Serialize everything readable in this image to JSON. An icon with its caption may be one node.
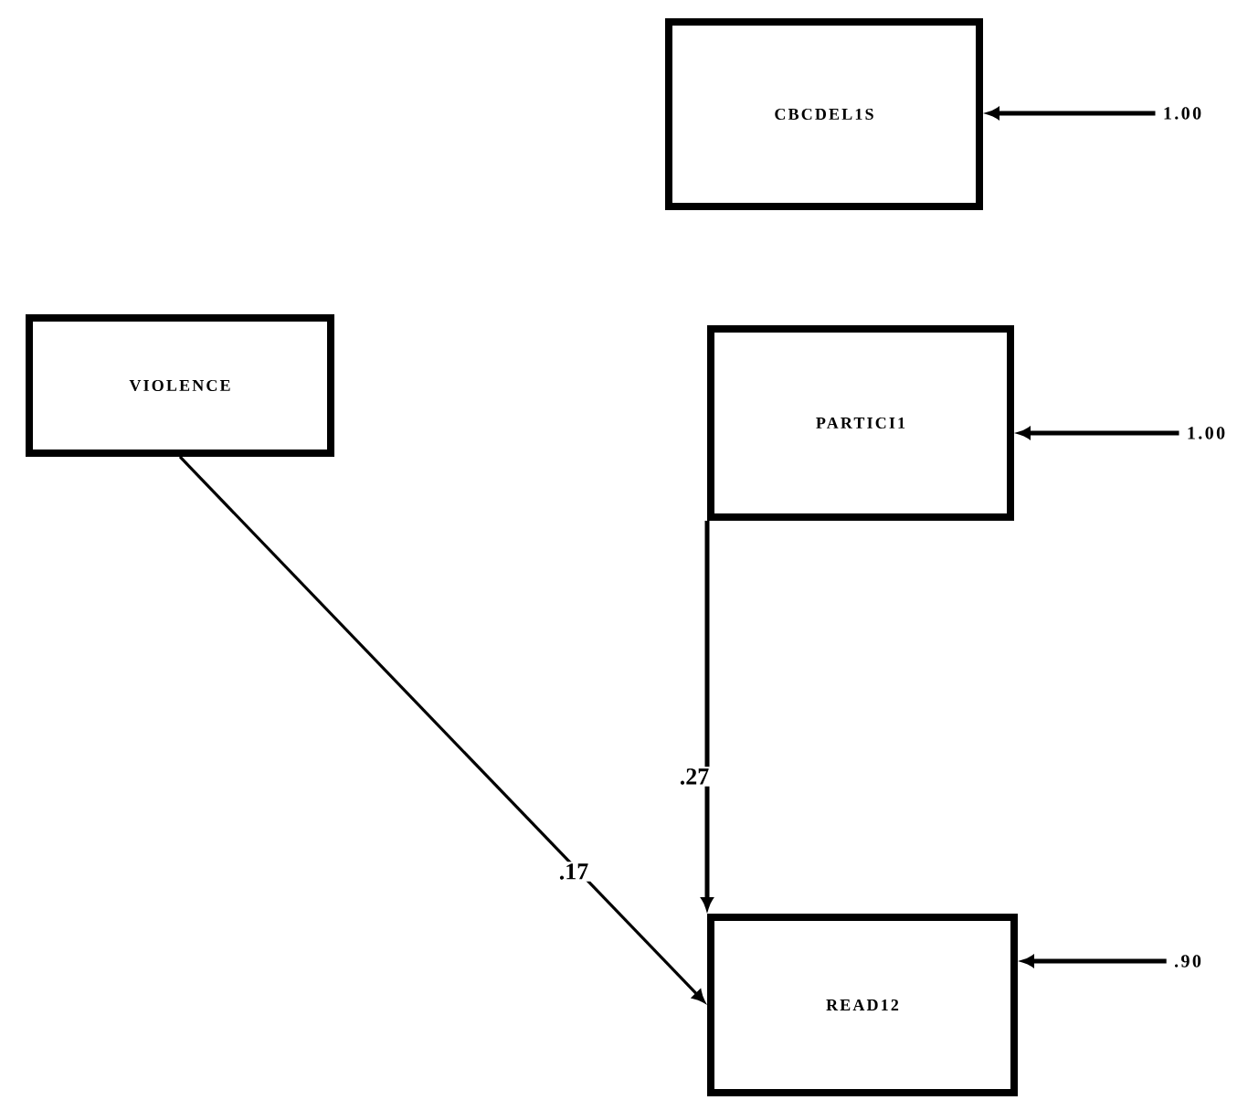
{
  "diagram": {
    "nodes": [
      {
        "text": [
          "CBCDEL1S"
        ]
      },
      {
        "text": [
          "1.00"
        ]
      },
      {
        "text": [
          "VIOLENCE"
        ]
      },
      {
        "text": [
          "PARTICI1"
        ]
      },
      {
        "text": [
          "1.00"
        ]
      },
      {
        "text": [
          "READ12"
        ]
      },
      {
        "text": [
          ".90"
        ]
      }
    ],
    "edges": [
      {
        "from": 1,
        "to": 0,
        "arrow": "to"
      },
      {
        "from": 4,
        "to": 3,
        "arrow": "to"
      },
      {
        "from": 3,
        "to": 5,
        "arrow": "to",
        "label": ".27"
      },
      {
        "from": 2,
        "to": 5,
        "arrow": "to",
        "label": ".17"
      },
      {
        "from": 6,
        "to": 5,
        "arrow": "to"
      }
    ]
  }
}
